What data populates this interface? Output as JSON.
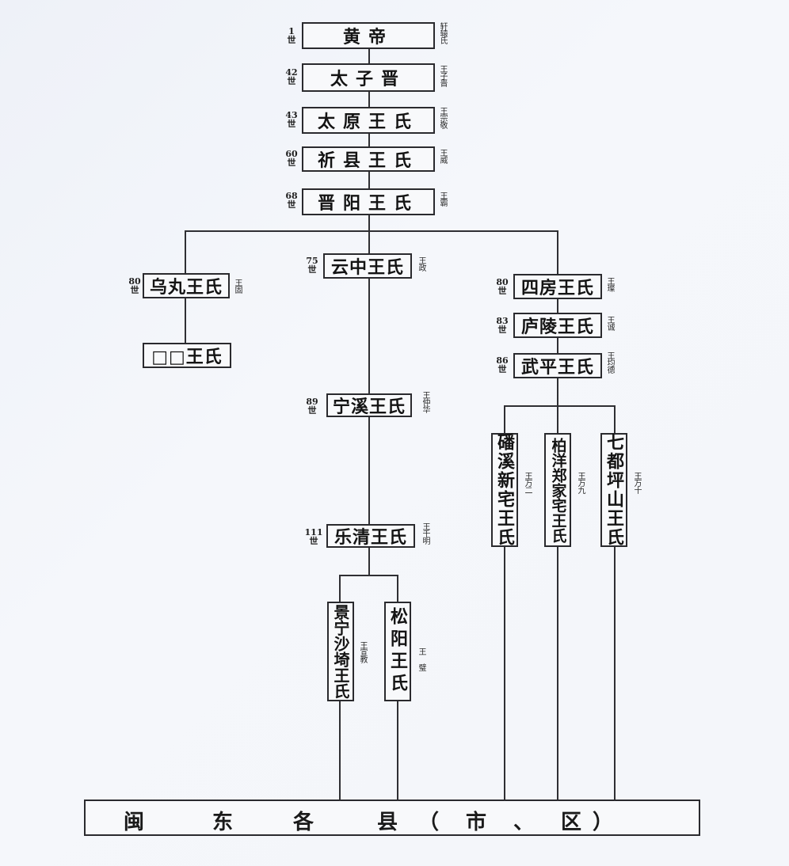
{
  "diagram": {
    "type": "genealogy-tree",
    "nodes": {
      "huangdi": {
        "label": "黄帝",
        "generation": "1世",
        "gen_num": "1",
        "note": "轩辕氏"
      },
      "taizijin": {
        "label": "太子晋",
        "generation": "42世",
        "gen_num": "42",
        "note": "王子晋"
      },
      "taiyuan": {
        "label": "太原王氏",
        "generation": "43世",
        "gen_num": "43",
        "note": "王宗敬"
      },
      "qixian": {
        "label": "祈县王氏",
        "generation": "60世",
        "gen_num": "60",
        "note": "王威"
      },
      "jinyang": {
        "label": "晋阳王氏",
        "generation": "68世",
        "gen_num": "68",
        "note": "王霸"
      },
      "yunzhong": {
        "label": "云中王氏",
        "generation": "75世",
        "gen_num": "75",
        "note": "王政"
      },
      "wuwan": {
        "label": "乌丸王氏",
        "generation": "80世",
        "gen_num": "80",
        "note": "王固"
      },
      "unknown": {
        "label": "□□王氏"
      },
      "sifang": {
        "label": "四房王氏",
        "generation": "80世",
        "gen_num": "80",
        "note": "王璨"
      },
      "luling": {
        "label": "庐陵王氏",
        "generation": "83世",
        "gen_num": "83",
        "note": "王诚"
      },
      "wuping": {
        "label": "武平王氏",
        "generation": "86世",
        "gen_num": "86",
        "note": "王均德"
      },
      "ningxi": {
        "label": "宁溪王氏",
        "generation": "89世",
        "gen_num": "89",
        "note": "王仲华"
      },
      "leqing": {
        "label": "乐清王氏",
        "generation": "111世",
        "gen_num": "111",
        "note": "王千明"
      },
      "jingning": {
        "label": "景宁沙埼王氏",
        "note": "王宣教"
      },
      "songyang": {
        "label": "松阳王氏",
        "note": "王璧"
      },
      "panxi": {
        "label": "磻溪新宅王氏",
        "note": "王万二"
      },
      "boyang": {
        "label": "柏洋郑家宅王氏",
        "note": "王万九"
      },
      "qidu": {
        "label": "七都坪山王氏",
        "note": "王万十"
      }
    },
    "bottom": {
      "label": "闽东各县（市、区）",
      "chars": [
        "闽",
        "东",
        "各",
        "县",
        "（",
        "市",
        "、",
        "区",
        "）"
      ]
    }
  }
}
